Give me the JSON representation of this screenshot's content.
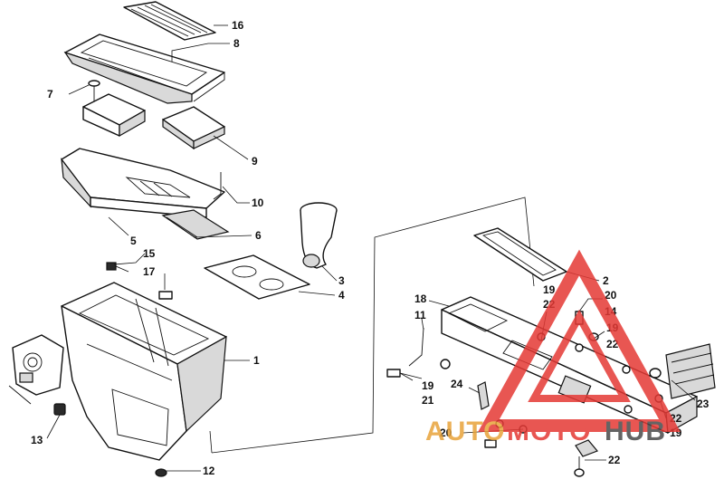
{
  "callouts": [
    {
      "id": "c16",
      "label": "16"
    },
    {
      "id": "c8",
      "label": "8"
    },
    {
      "id": "c7",
      "label": "7"
    },
    {
      "id": "c9",
      "label": "9"
    },
    {
      "id": "c10",
      "label": "10"
    },
    {
      "id": "c5",
      "label": "5"
    },
    {
      "id": "c6",
      "label": "6"
    },
    {
      "id": "c15",
      "label": "15"
    },
    {
      "id": "c17",
      "label": "17"
    },
    {
      "id": "c3",
      "label": "3"
    },
    {
      "id": "c4",
      "label": "4"
    },
    {
      "id": "c1",
      "label": "1"
    },
    {
      "id": "c13",
      "label": "13"
    },
    {
      "id": "c12",
      "label": "12"
    },
    {
      "id": "c2",
      "label": "2"
    },
    {
      "id": "c18",
      "label": "18"
    },
    {
      "id": "c11",
      "label": "11"
    },
    {
      "id": "c19a",
      "label": "19"
    },
    {
      "id": "c22a",
      "label": "22"
    },
    {
      "id": "c20a",
      "label": "20"
    },
    {
      "id": "c14",
      "label": "14"
    },
    {
      "id": "c19b",
      "label": "19"
    },
    {
      "id": "c22b",
      "label": "22"
    },
    {
      "id": "c24",
      "label": "24"
    },
    {
      "id": "c19c",
      "label": "19"
    },
    {
      "id": "c21",
      "label": "21"
    },
    {
      "id": "c23",
      "label": "23"
    },
    {
      "id": "c22c",
      "label": "22"
    },
    {
      "id": "c19d",
      "label": "19"
    },
    {
      "id": "c20b",
      "label": "20"
    },
    {
      "id": "c22d",
      "label": "22"
    }
  ],
  "watermark": {
    "part1": "AUTO",
    "part2": "MOTO",
    "part3": "HUB",
    "color_accent": "#e8a33a",
    "color_red": "#e53935",
    "color_dark": "#4a4a4a"
  }
}
